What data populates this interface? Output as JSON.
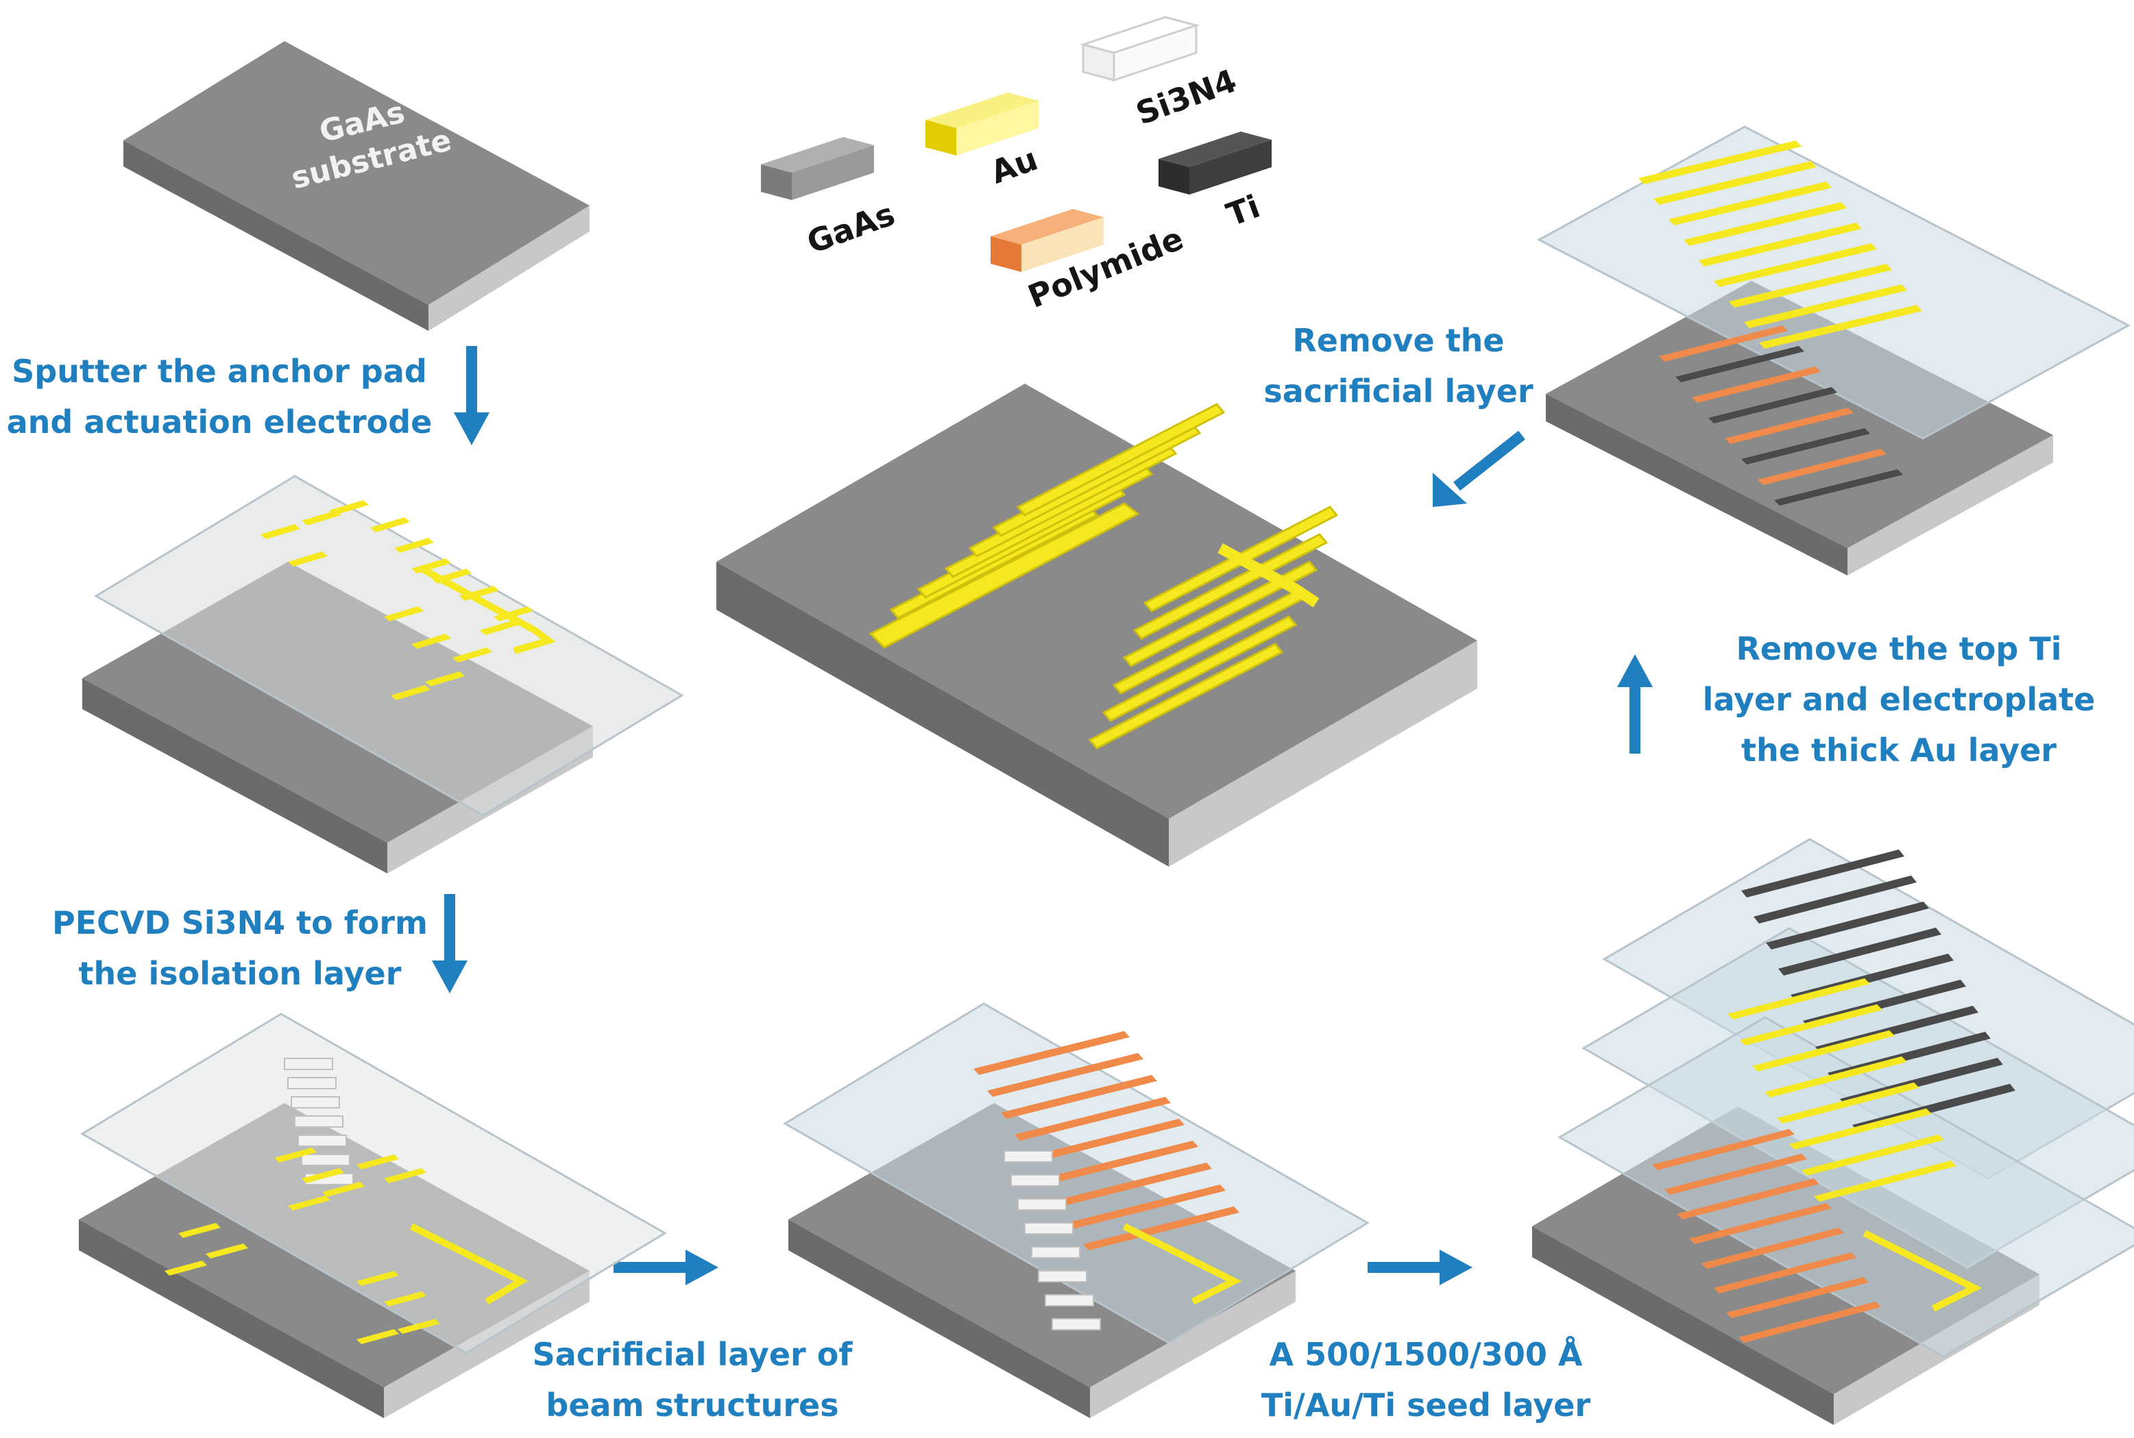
{
  "legend": {
    "gaas": "GaAs",
    "au": "Au",
    "si3n4": "Si3N4",
    "ti": "Ti",
    "polymide": "Polymide"
  },
  "substrate_label": {
    "line1": "GaAs",
    "line2": "substrate"
  },
  "steps": {
    "sputter": {
      "line1": "Sputter the anchor pad",
      "line2": "and actuation electrode"
    },
    "pecvd": {
      "line1": "PECVD Si3N4 to form",
      "line2": "the isolation layer"
    },
    "sacrificial": {
      "line1": "Sacrificial layer of",
      "line2": "beam structures"
    },
    "seed": {
      "line1": "A 500/1500/300 Å",
      "line2": "Ti/Au/Ti seed layer"
    },
    "electroplate": {
      "line1": "Remove the top Ti",
      "line2": "layer and electroplate",
      "line3": "the thick Au layer"
    },
    "release": {
      "line1": "Remove the",
      "line2": "sacrificial layer"
    }
  },
  "colors": {
    "gaas_top": "#8a8a8a",
    "gaas_front": "#6b6b6b",
    "gaas_side": "#c8c8c8",
    "au": "#f5e81f",
    "au_dark": "#cfc10c",
    "si3n4": "#e6e6e6",
    "ti": "#4a4a4a",
    "polymide": "#f08a4b",
    "caption": "#1f7fbf",
    "arrow": "#1f7fbf"
  }
}
